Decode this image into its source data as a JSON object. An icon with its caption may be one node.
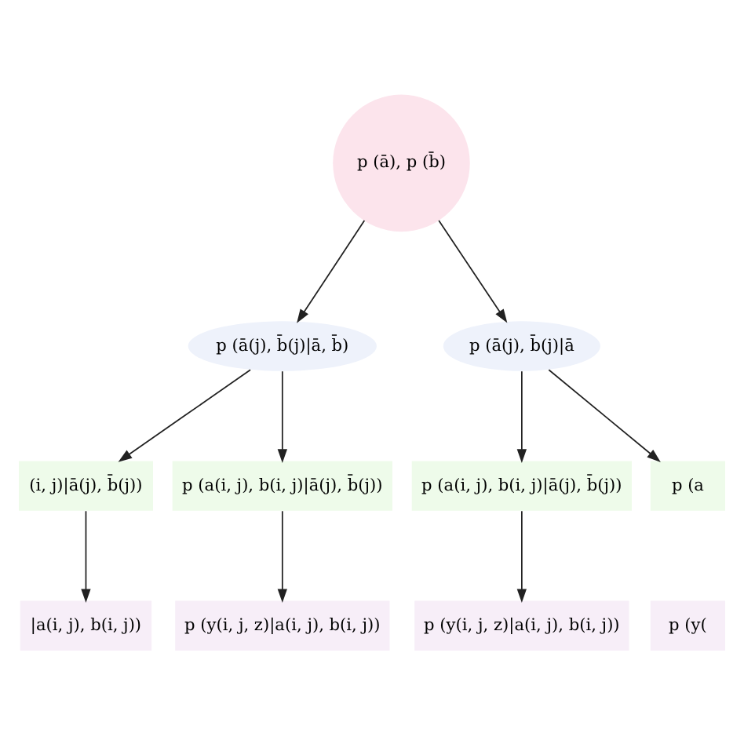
{
  "diagram": {
    "nodes": [
      {
        "text": [
          "p (ā), p (b̄)"
        ]
      },
      {
        "text": [
          "p (ā(j), b̄(j)|ā, b̄)"
        ]
      },
      {
        "text": [
          "p (ā(j), b̄(j)|ā"
        ]
      },
      {
        "text": [
          "(i, j)|ā(j), b̄(j))"
        ]
      },
      {
        "text": [
          "p (a(i, j), b(i, j)|ā(j), b̄(j))"
        ]
      },
      {
        "text": [
          "p (a(i, j), b(i, j)|ā(j), b̄(j))"
        ]
      },
      {
        "text": [
          "p (a"
        ]
      },
      {
        "text": [
          "|a(i, j), b(i, j))"
        ]
      },
      {
        "text": [
          "p (y(i, j, z)|a(i, j), b(i, j))"
        ]
      },
      {
        "text": [
          "p (y(i, j, z)|a(i, j), b(i, j))"
        ]
      },
      {
        "text": [
          "p (y("
        ]
      }
    ],
    "edges": [
      {
        "from": 0,
        "to": 1,
        "arrow": "to"
      },
      {
        "from": 0,
        "to": 2,
        "arrow": "to"
      },
      {
        "from": 1,
        "to": 3,
        "arrow": "to"
      },
      {
        "from": 1,
        "to": 4,
        "arrow": "to"
      },
      {
        "from": 2,
        "to": 5,
        "arrow": "to"
      },
      {
        "from": 2,
        "to": 6,
        "arrow": "to"
      },
      {
        "from": 3,
        "to": 7,
        "arrow": "to"
      },
      {
        "from": 4,
        "to": 8,
        "arrow": "to"
      },
      {
        "from": 5,
        "to": 9,
        "arrow": "to"
      }
    ]
  }
}
